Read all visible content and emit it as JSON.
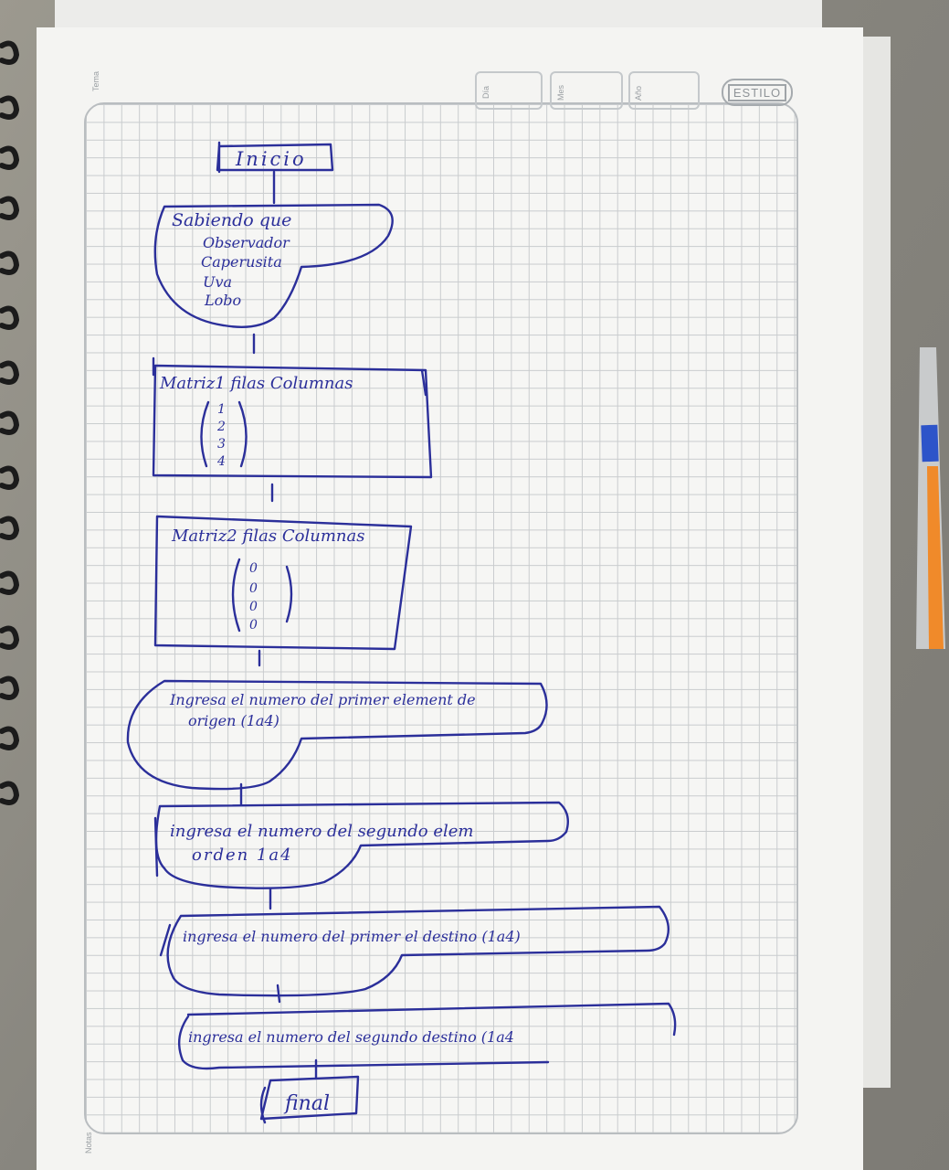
{
  "notebook": {
    "brand": "ESTILO",
    "header_labels": [
      "Tema",
      "Día",
      "Mes",
      "Año"
    ],
    "footer_label": "Notas"
  },
  "flowchart": {
    "start": "Inicio",
    "given": {
      "title": "Sabiendo que",
      "items": [
        "Observador",
        "Caperusita",
        "Uva",
        "Lobo"
      ]
    },
    "matrix1": {
      "title": "Matriz1 filas Columnas",
      "values": [
        "1",
        "2",
        "3",
        "4"
      ]
    },
    "matrix2": {
      "title": "Matriz2 filas Columnas",
      "values": [
        "0",
        "0",
        "0",
        "0"
      ]
    },
    "input1": {
      "line1": "Ingresa el numero del primer element de",
      "line2": "origen (1a4)"
    },
    "input2": {
      "line1": "ingresa el numero del segundo elem",
      "line2": "orden 1a4"
    },
    "input3": {
      "line1": "ingresa el numero del primer el destino (1a4)"
    },
    "input4": {
      "line1": "ingresa el numero del segundo destino (1a4"
    },
    "end": "final"
  }
}
